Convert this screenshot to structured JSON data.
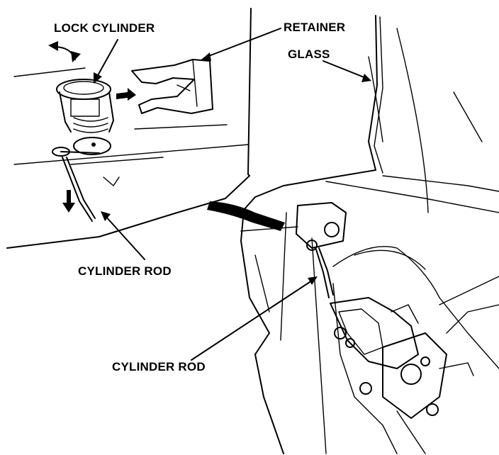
{
  "labels": {
    "lock_cylinder": "LOCK CYLINDER",
    "retainer": "RETAINER",
    "glass": "GLASS",
    "cylinder_rod_upper": "CYLINDER ROD",
    "cylinder_rod_lower": "CYLINDER ROD"
  }
}
